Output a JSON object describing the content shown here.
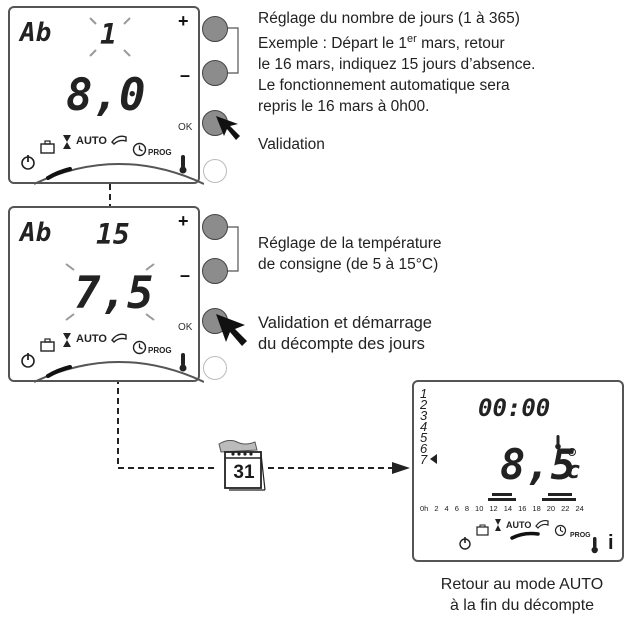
{
  "screen1": {
    "code": "Ab",
    "days": "1",
    "value": "8,0",
    "auto_label": "AUTO",
    "prog_label": "PROG",
    "ok_label": "OK",
    "plus": "+",
    "minus": "–"
  },
  "screen2": {
    "code": "Ab",
    "days": "15",
    "value": "7,5",
    "auto_label": "AUTO",
    "prog_label": "PROG",
    "ok_label": "OK",
    "plus": "+",
    "minus": "–"
  },
  "screen3": {
    "time": "00:00",
    "temp": "8,5",
    "unit": "c",
    "day_numbers": [
      "1",
      "2",
      "3",
      "4",
      "5",
      "6",
      "7"
    ],
    "hour_scale": [
      "0h",
      "2",
      "4",
      "6",
      "8",
      "10",
      "12",
      "14",
      "16",
      "18",
      "20",
      "22",
      "24"
    ],
    "auto_label": "AUTO",
    "prog_label": "PROG",
    "info": "i"
  },
  "calendar": {
    "day": "31"
  },
  "texts": {
    "days_setting": "Réglage du nombre de jours (1 à 365)",
    "example_1": "Exemple : Départ le 1",
    "example_sup": "er",
    "example_2": " mars, retour",
    "example_3": "le 16 mars, indiquez 15 jours d’absence.",
    "example_4": "Le fonctionnement automatique sera",
    "example_5": "repris le 16 mars à 0h00.",
    "validation": "Validation",
    "temp_setting_1": "Réglage de la température",
    "temp_setting_2": "de consigne (de 5 à 15°C)",
    "start_1": "Validation et démarrage",
    "start_2": "du décompte des jours",
    "return_1": "Retour au mode AUTO",
    "return_2": "à la fin du décompte"
  }
}
